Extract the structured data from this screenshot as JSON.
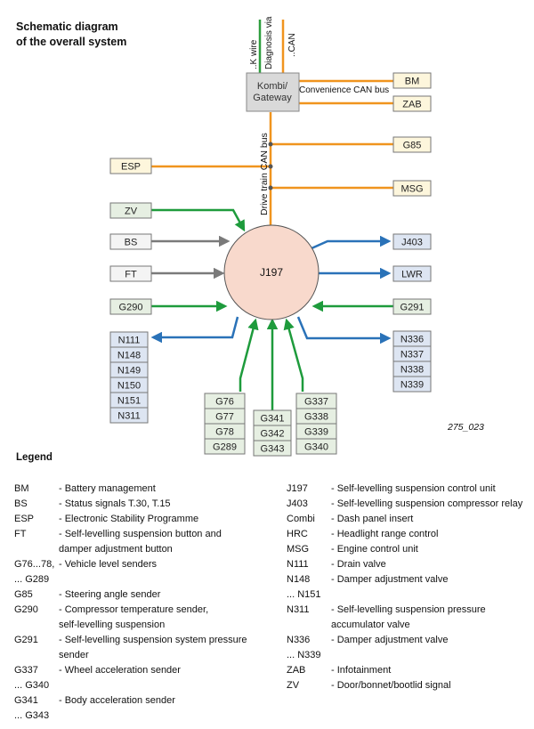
{
  "title_line1": "Schematic diagram",
  "title_line2": "of the overall system",
  "figure_id": "275_023",
  "gateway": {
    "line1": "Kombi/",
    "line2": "Gateway"
  },
  "center_unit": "J197",
  "bus_labels": {
    "k_wire": "..K wire",
    "diag_can_line1": "Diagnosis via",
    "diag_can_line2": "..CAN",
    "convenience": "Convenience CAN bus",
    "drivetrain": "Drive train CAN bus"
  },
  "boxes": {
    "BM": "BM",
    "ZAB": "ZAB",
    "G85": "G85",
    "ESP": "ESP",
    "MSG": "MSG",
    "ZV": "ZV",
    "BS": "BS",
    "FT": "FT",
    "G290": "G290",
    "J403": "J403",
    "LWR": "LWR",
    "G291": "G291",
    "N111": "N111",
    "N148": "N148",
    "N149": "N149",
    "N150": "N150",
    "N151": "N151",
    "N311": "N311",
    "N336": "N336",
    "N337": "N337",
    "N338": "N338",
    "N339": "N339",
    "G76": "G76",
    "G77": "G77",
    "G78": "G78",
    "G289": "G289",
    "G341": "G341",
    "G342": "G342",
    "G343": "G343",
    "G337": "G337",
    "G338": "G338",
    "G339": "G339",
    "G340": "G340"
  },
  "colors": {
    "can": "#F0941E",
    "k_wire": "#2E9E3E",
    "green": "#1E9B3C",
    "blue": "#2A72B8",
    "grey": "#7A7A7A",
    "box_yellow": "#FDF6DC",
    "box_green": "#E6EFE2",
    "box_blue": "#DDE5F2",
    "box_grey": "#F4F4F4",
    "gateway": "#D9D9D9",
    "center": "#F8D9CC"
  },
  "legend_title": "Legend",
  "legend_left": [
    {
      "code": "BM",
      "desc": "- Battery management"
    },
    {
      "code": "BS",
      "desc": "- Status signals T.30, T.15"
    },
    {
      "code": "ESP",
      "desc": "- Electronic Stability Programme"
    },
    {
      "code": "FT",
      "desc": "- Self-levelling suspension button and\n  damper adjustment button"
    },
    {
      "code": "G76...78,\n... G289",
      "desc": "- Vehicle level senders"
    },
    {
      "code": "G85",
      "desc": "- Steering angle sender"
    },
    {
      "code": "G290",
      "desc": "- Compressor temperature sender,\n  self-levelling suspension"
    },
    {
      "code": "G291",
      "desc": "- Self-levelling suspension system pressure\n  sender"
    },
    {
      "code": "G337\n... G340",
      "desc": "- Wheel acceleration sender"
    },
    {
      "code": "G341\n... G343",
      "desc": "- Body acceleration sender"
    }
  ],
  "legend_right": [
    {
      "code": "J197",
      "desc": "- Self-levelling suspension control unit"
    },
    {
      "code": "J403",
      "desc": "- Self-levelling suspension compressor relay"
    },
    {
      "code": "Combi",
      "desc": "- Dash panel insert"
    },
    {
      "code": "HRC",
      "desc": "- Headlight range control"
    },
    {
      "code": "MSG",
      "desc": "- Engine control unit"
    },
    {
      "code": "N111",
      "desc": "- Drain valve"
    },
    {
      "code": "N148\n... N151",
      "desc": "- Damper adjustment valve"
    },
    {
      "code": "N311",
      "desc": "- Self-levelling suspension pressure\n  accumulator valve"
    },
    {
      "code": "N336\n... N339",
      "desc": "- Damper adjustment valve"
    },
    {
      "code": "ZAB",
      "desc": "- Infotainment"
    },
    {
      "code": "ZV",
      "desc": "- Door/bonnet/bootlid signal"
    }
  ]
}
